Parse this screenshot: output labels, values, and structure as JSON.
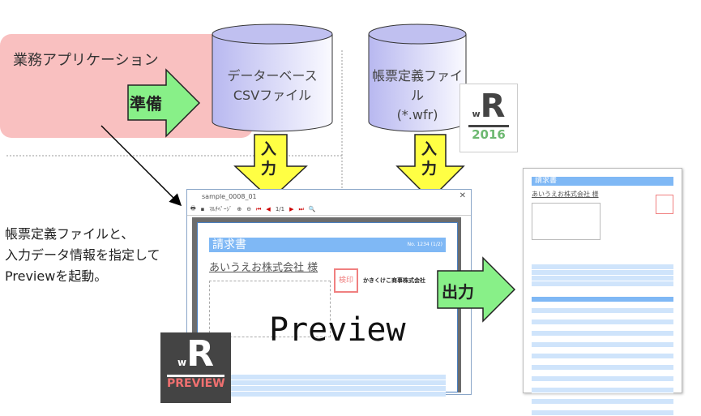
{
  "app": {
    "label": "業務アプリケーション",
    "prepare_label": "準備"
  },
  "database": {
    "line1": "データーベース",
    "line2": "CSVファイル"
  },
  "definition": {
    "line1": "帳票定義ファイル",
    "line2": "(*.wfr)"
  },
  "logo_2016": {
    "small": "w",
    "big": "R",
    "year": "2016"
  },
  "logo_preview": {
    "small": "w",
    "big": "R",
    "word": "PREVIEW"
  },
  "input_label": "入力",
  "output_label": "出力",
  "note": [
    "帳票定義ファイルと、",
    "入力データ情報を指定して",
    "Previewを起動。"
  ],
  "preview_window": {
    "title": "sample_0008_01",
    "toolbar_select": "ﾏﾙﾁﾍﾟｰｼﾞ",
    "page_indicator": "1/1",
    "doc_title": "請求書",
    "doc_no": "No. 1234 (1/2)",
    "customer": "あいうえお株式会社 様",
    "company": "かきくけこ商事株式会社",
    "stamp": "検印"
  },
  "preview_caption": "Preview",
  "output_doc": {
    "doc_title": "請求書",
    "customer": "あいうえお株式会社 様"
  },
  "colors": {
    "pink": "#f9c0c0",
    "green": "#88f088",
    "yellow": "#ffff44",
    "blue": "#7fb8f5"
  }
}
